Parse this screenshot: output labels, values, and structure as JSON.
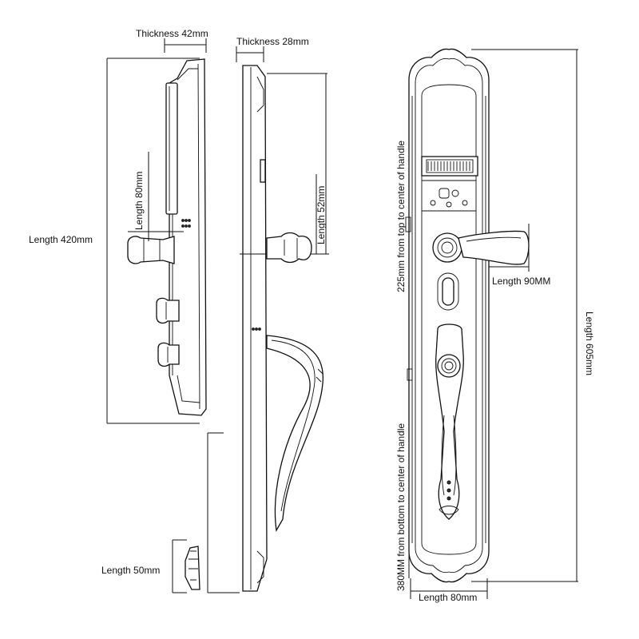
{
  "labels": {
    "thickness_side": "Thickness 42mm",
    "thickness_profile": "Thickness 28mm",
    "length_80": "Length 80mm",
    "length_52": "Length 52mm",
    "length_420": "Length 420mm",
    "length_50": "Length 50mm",
    "from_top": "225mm from top to center of handle",
    "length_90": "Length 90MM",
    "length_605": "Length 605mm",
    "from_bottom": "380MM from bottom to center of handle",
    "length_80_front": "Length 80mm"
  },
  "colors": {
    "line": "#111111",
    "background": "#ffffff"
  }
}
